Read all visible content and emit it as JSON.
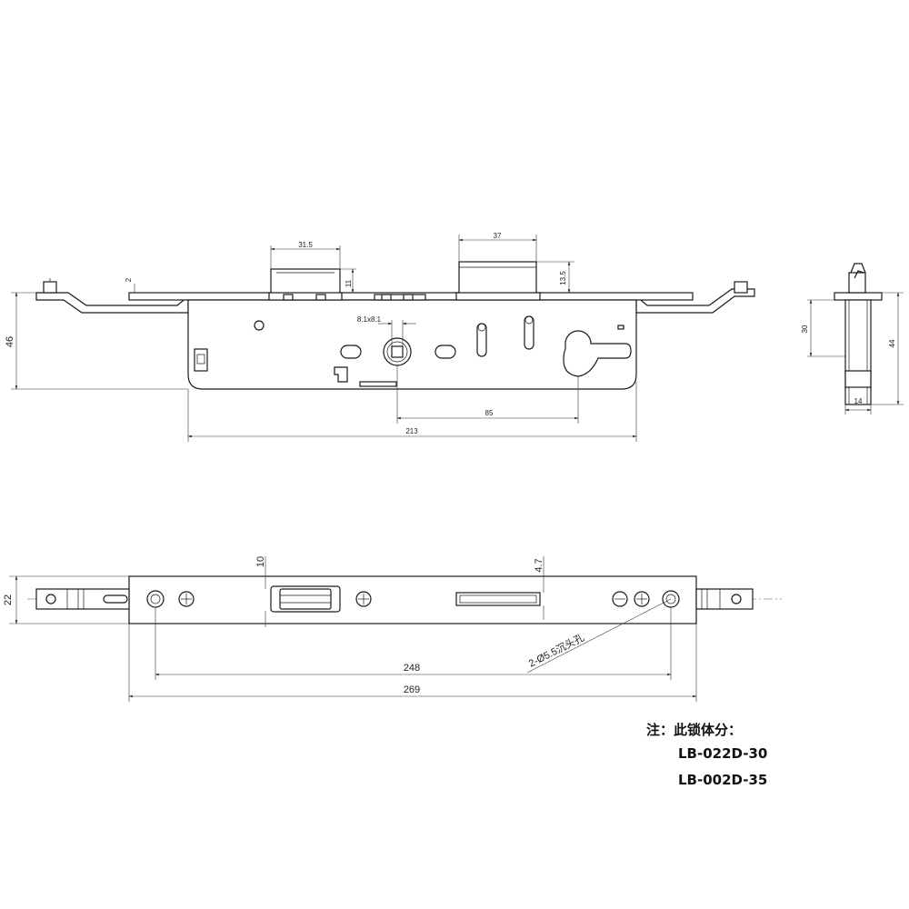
{
  "dimensions": {
    "top_dev_ht": "31.5",
    "deadbolt_gap": "2",
    "top_dev_ht_proj": "11",
    "bolt_w": "37",
    "bolt_proj": "13.5",
    "case_height": "46",
    "spindle_square": "8.1x8.1",
    "backset": "85",
    "case_length": "213",
    "side_inner_h": "30",
    "side_total_h": "44",
    "side_width": "14",
    "plate_latch_w": "10",
    "plate_bolt_w": "4.7",
    "plate_width": "22",
    "hole_note": "2-Ø5.5沉头孔",
    "hole_spacing": "248",
    "plate_length": "269"
  },
  "note": {
    "title": "注：此锁体分：",
    "models": [
      "LB-022D-30",
      "LB-002D-35"
    ]
  }
}
